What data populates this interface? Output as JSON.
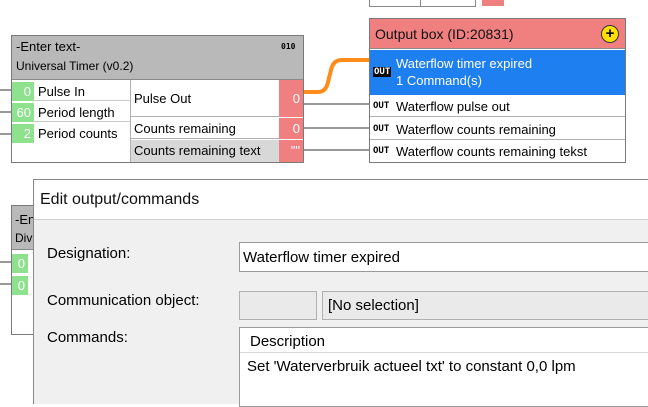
{
  "timer_node": {
    "title": "-Enter text-",
    "subtitle": "Universal Timer (v0.2)",
    "id_mark": "010",
    "inputs": [
      {
        "value": "0",
        "label": "Pulse In"
      },
      {
        "value": "60",
        "label": "Period length"
      },
      {
        "value": "2",
        "label": "Period counts"
      }
    ],
    "outputs": [
      {
        "label": "Pulse Out",
        "value": "0"
      },
      {
        "label": "Counts remaining",
        "value": "0"
      },
      {
        "label": "Counts remaining text",
        "value": "\"\""
      }
    ]
  },
  "output_box": {
    "title": "Output box (ID:20831)",
    "add_symbol": "+",
    "out_tag": "OUT",
    "items": [
      {
        "line1": "Waterflow timer expired",
        "line2": "1 Command(s)",
        "selected": true
      },
      {
        "line1": "Waterflow pulse out"
      },
      {
        "line1": "Waterflow counts remaining"
      },
      {
        "line1": "Waterflow counts remaining tekst"
      }
    ]
  },
  "partial_node": {
    "title_fragment": "-En",
    "subtitle_fragment": "Div",
    "inputs": [
      "0",
      "0"
    ]
  },
  "dialog": {
    "title": "Edit output/commands",
    "designation_label": "Designation:",
    "designation_value": "Waterflow timer expired",
    "comm_object_label": "Communication object:",
    "comm_object_value": "[No selection]",
    "commands_label": "Commands:",
    "commands_header": "Description",
    "commands_rows": [
      "Set 'Waterverbruik actueel txt' to constant 0,0 lpm"
    ]
  },
  "colors": {
    "selected_blue": "#1e7ff0",
    "output_header_red": "#f08080",
    "wire_orange": "#ff8c1a",
    "green_value": "#8ee28e"
  }
}
